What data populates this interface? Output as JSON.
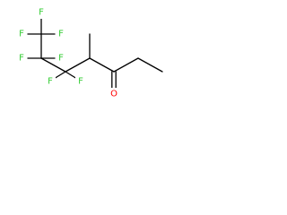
{
  "molecule": {
    "atoms": [
      {
        "id": "F1",
        "label": "F",
        "color": "#33cc33"
      },
      {
        "id": "F2",
        "label": "F",
        "color": "#33cc33"
      },
      {
        "id": "F3",
        "label": "F",
        "color": "#33cc33"
      },
      {
        "id": "F4",
        "label": "F",
        "color": "#33cc33"
      },
      {
        "id": "F5",
        "label": "F",
        "color": "#33cc33"
      },
      {
        "id": "F6",
        "label": "F",
        "color": "#33cc33"
      },
      {
        "id": "F7",
        "label": "F",
        "color": "#33cc33"
      },
      {
        "id": "O1",
        "label": "O",
        "color": "#ff0000"
      }
    ]
  }
}
